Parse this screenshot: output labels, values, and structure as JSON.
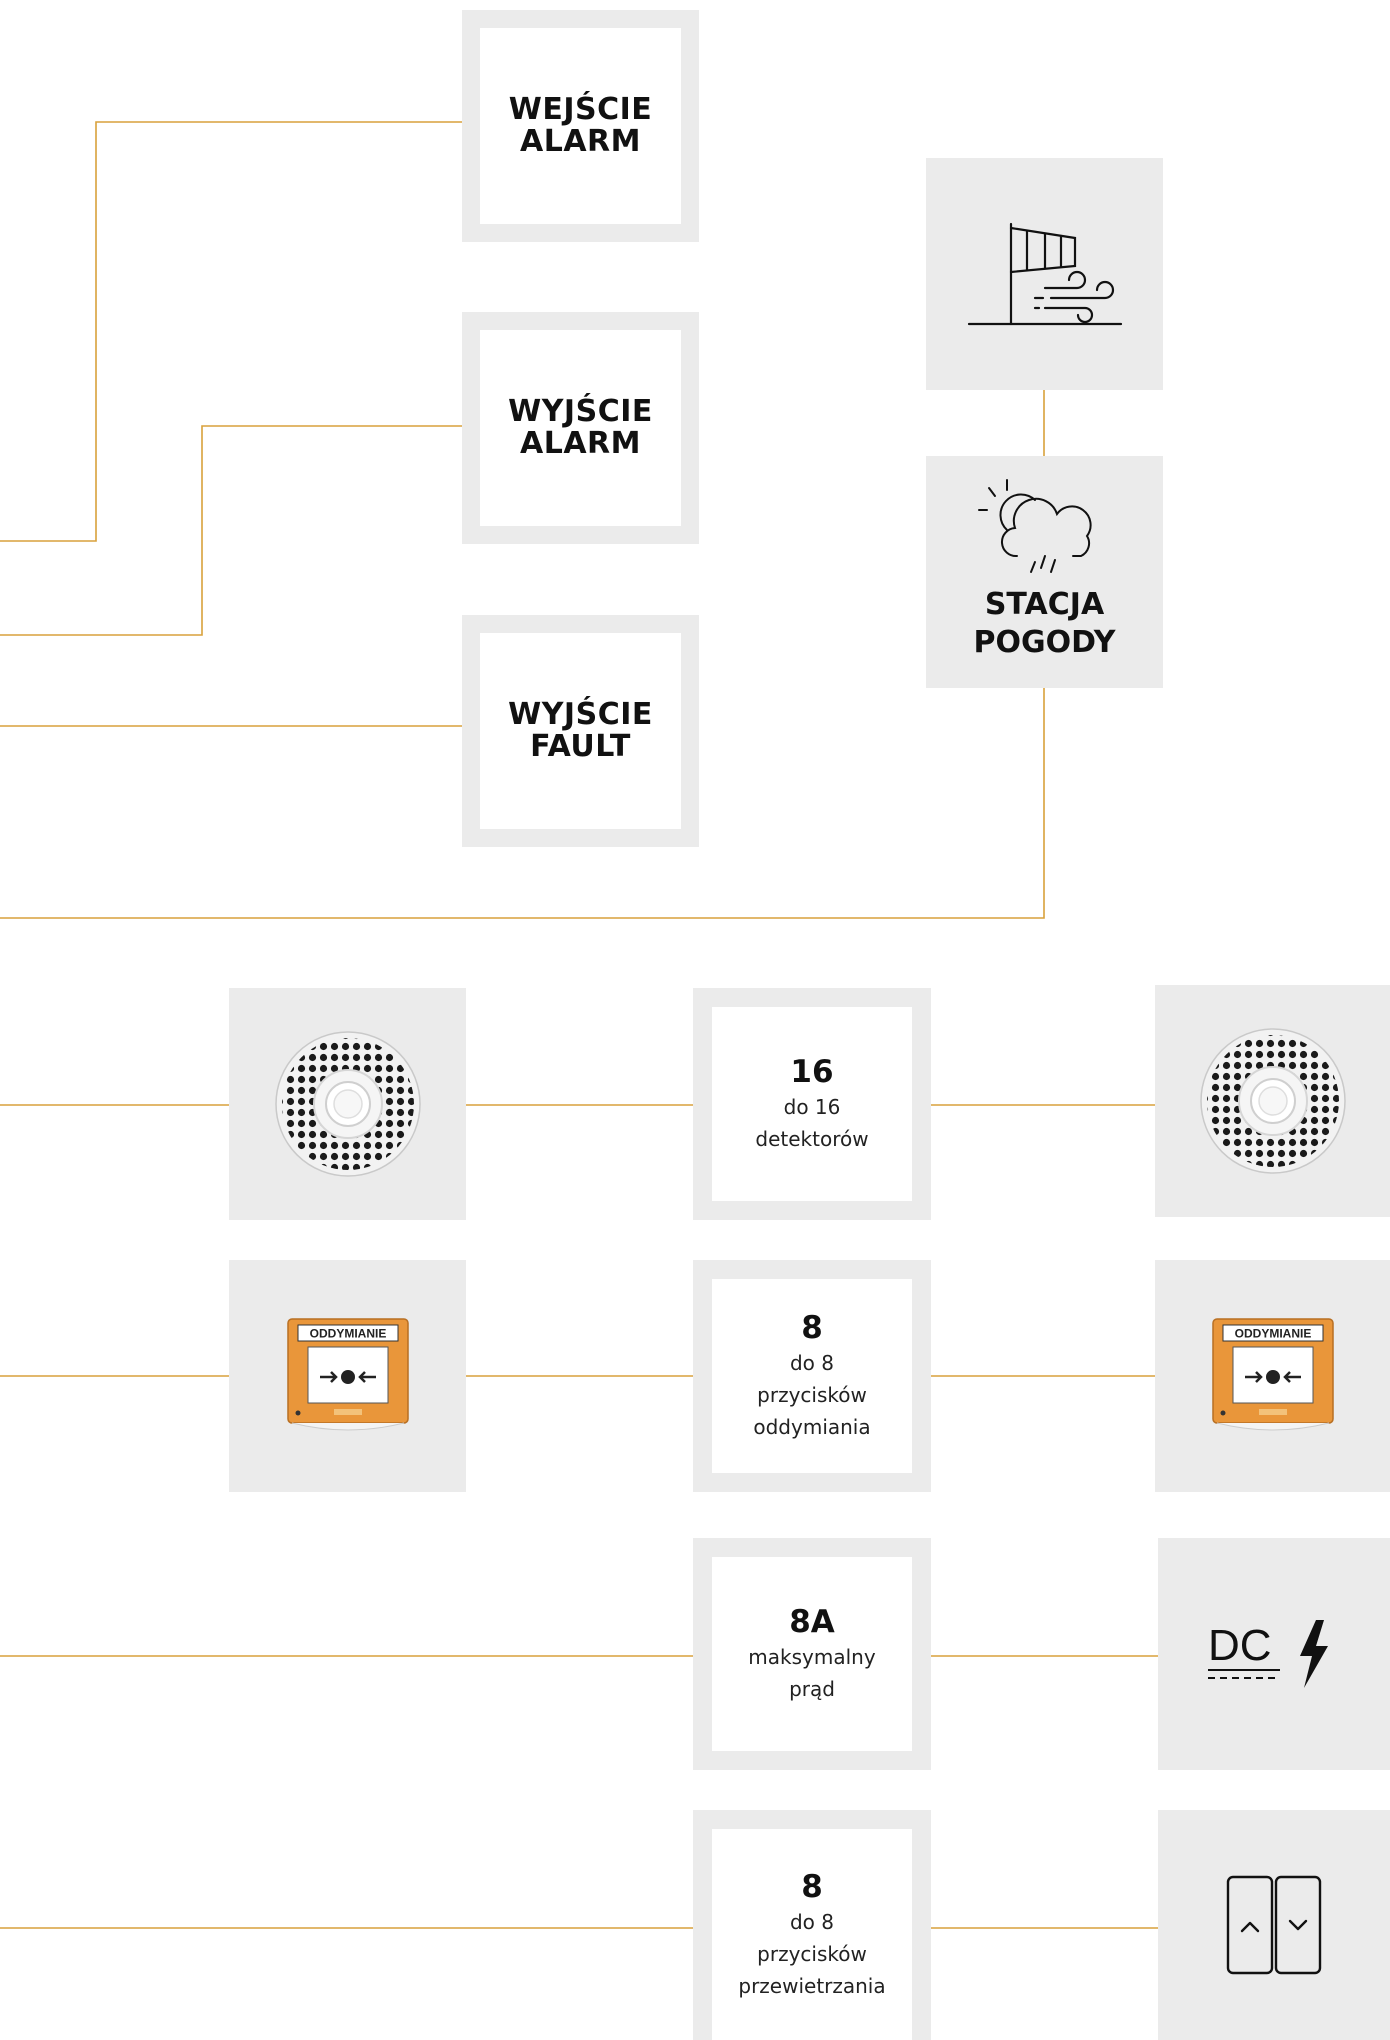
{
  "io_boxes": {
    "wejscie_alarm": [
      "WEJŚCIE",
      "ALARM"
    ],
    "wyjscie_alarm": [
      "WYJŚCIE",
      "ALARM"
    ],
    "wyjscie_fault": [
      "WYJŚCIE",
      "FAULT"
    ]
  },
  "weather_station": {
    "title_line1": "STACJA",
    "title_line2": "POGODY",
    "wind_icon": "windsock-icon",
    "weather_icon": "sun-cloud-rain-icon"
  },
  "specs": [
    {
      "value": "16",
      "lines": [
        "do 16",
        "detektorów"
      ]
    },
    {
      "value": "8",
      "lines": [
        "do 8",
        "przycisków",
        "oddymiania"
      ]
    },
    {
      "value": "8A",
      "lines": [
        "maksymalny",
        "prąd"
      ]
    },
    {
      "value": "8",
      "lines": [
        "do 8",
        "przycisków",
        "przewietrzania"
      ]
    }
  ],
  "devices": {
    "detector_icon": "smoke-detector-icon",
    "button_icon": "smoke-vent-button-icon",
    "button_label": "ODDYMIANIE",
    "dc_label": "DC",
    "dc_icon": "dc-power-icon",
    "vent_icon": "vent-up-down-switch-icon"
  },
  "colors": {
    "connector": "#d9a13b",
    "frame": "#ebebeb",
    "button_orange": "#e9963a"
  }
}
